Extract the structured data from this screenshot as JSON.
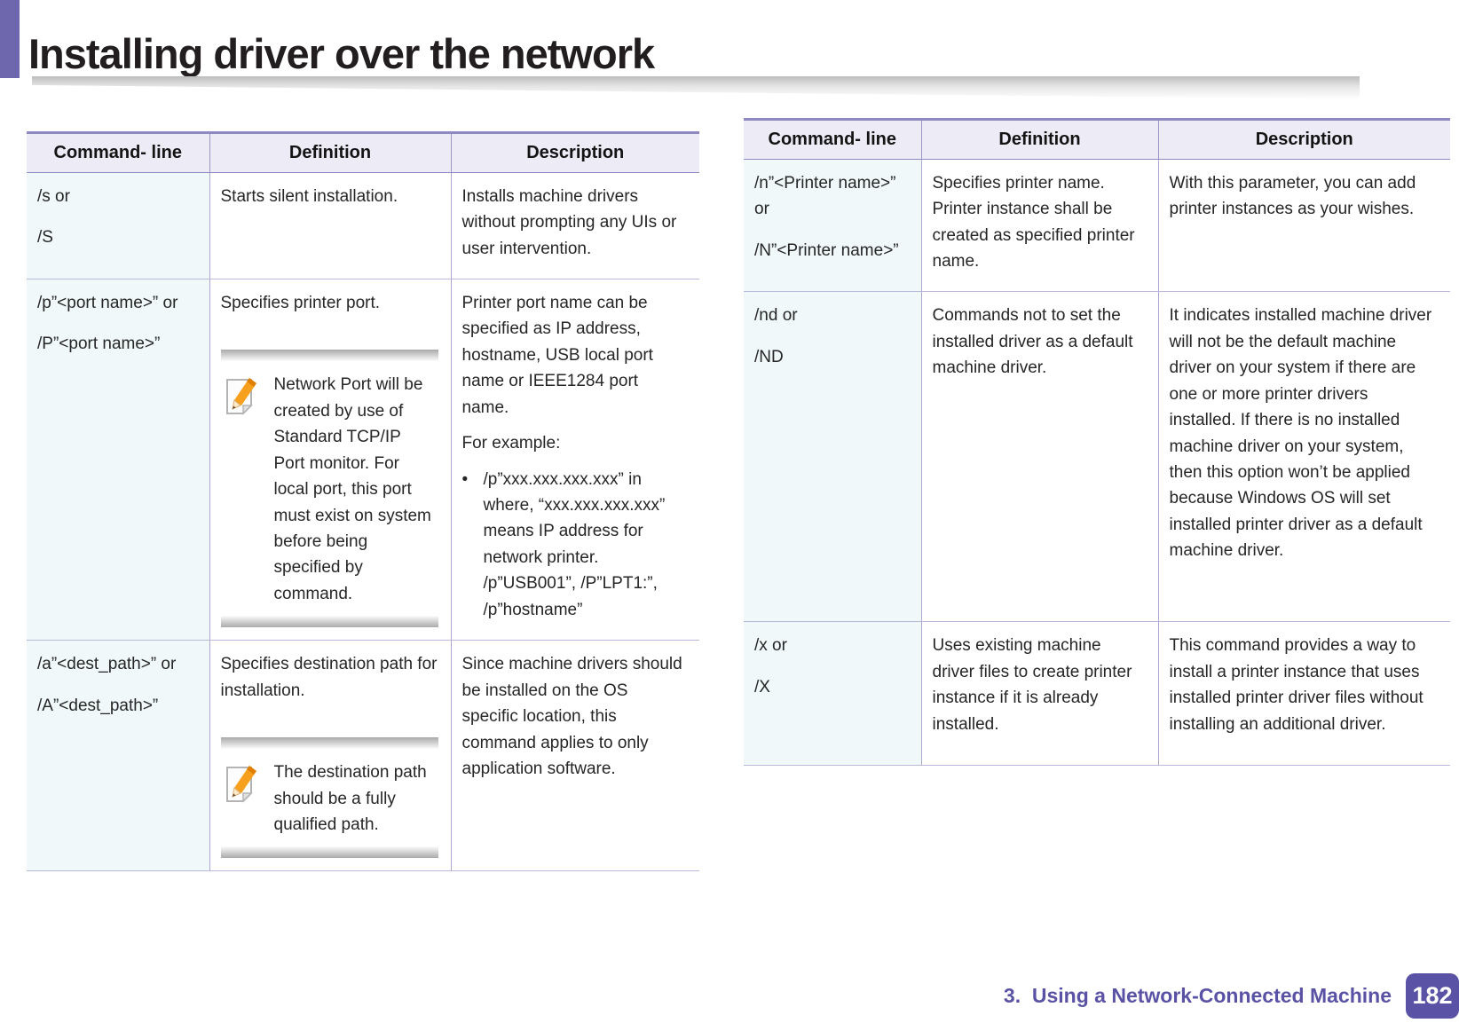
{
  "page": {
    "title": "Installing driver over the network",
    "footer": {
      "chapter": "3.  Using a Network-Connected Machine",
      "page_number": "182"
    }
  },
  "ui": {
    "bullet_char": "•",
    "accent_purple": "#5a53a5",
    "header_bg": "#edebf5",
    "command_col_bg": "#f0f8fa"
  },
  "tables": [
    {
      "headers": [
        "Command- line",
        "Definition",
        "Description"
      ],
      "rows": [
        {
          "command": [
            "/s or",
            "/S"
          ],
          "definition": {
            "text": "Starts silent installation."
          },
          "description": {
            "paragraphs": [
              "Installs machine drivers without prompting any UIs or user intervention."
            ]
          }
        },
        {
          "command": [
            "/p”<port name>” or",
            "/P”<port name>”"
          ],
          "definition": {
            "text": "Specifies printer port.",
            "note": "Network Port will be created by use of Standard TCP/IP Port monitor. For local port, this port must exist on system before being specified by command."
          },
          "description": {
            "paragraphs": [
              "Printer port name can be specified as IP address, hostname, USB local port name or IEEE1284 port name.",
              "For example:"
            ],
            "bullets": [
              "/p”xxx.xxx.xxx.xxx” in where, “xxx.xxx.xxx.xxx” means IP address for network printer. /p”USB001”, /P”LPT1:”, /p”hostname”"
            ]
          }
        },
        {
          "command": [
            "/a”<dest_path>” or",
            "/A”<dest_path>”"
          ],
          "definition": {
            "text": "Specifies destination path for installation.",
            "note": "The destination path should be a fully qualified path."
          },
          "description": {
            "paragraphs": [
              "Since machine drivers should be installed on the OS specific location, this command applies to only application software."
            ]
          }
        }
      ]
    },
    {
      "headers": [
        "Command- line",
        "Definition",
        "Description"
      ],
      "rows": [
        {
          "command": [
            "/n”<Printer name>” or",
            "/N”<Printer name>”"
          ],
          "definition": {
            "text": "Specifies printer name. Printer instance shall be created as specified printer name."
          },
          "description": {
            "paragraphs": [
              "With this parameter, you can add printer instances as your wishes."
            ]
          }
        },
        {
          "command": [
            "/nd or",
            "/ND"
          ],
          "definition": {
            "text": "Commands not to set the installed driver as a default machine driver."
          },
          "description": {
            "paragraphs": [
              "It indicates installed machine driver will not be the default machine driver on your system if there are one or more printer drivers installed. If there is no installed machine driver on your system, then this option won’t be applied because Windows OS will set installed printer driver as a default machine driver."
            ]
          }
        },
        {
          "command": [
            "/x or",
            "/X"
          ],
          "definition": {
            "text": "Uses existing machine driver files to create printer instance if it is already installed."
          },
          "description": {
            "paragraphs": [
              "This command provides a way to install a printer instance that uses installed printer driver files without installing an additional driver."
            ]
          }
        }
      ]
    }
  ]
}
